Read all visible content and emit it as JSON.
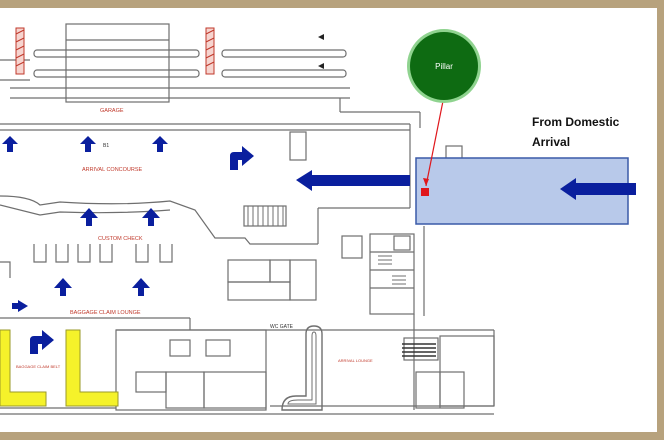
{
  "frame": {
    "color": "#b7a27d"
  },
  "labels": {
    "garage": "GARAGE",
    "arrival_concourse": "ARRIVAL CONCOURSE",
    "custom_check": "CUSTOM CHECK",
    "baggage_claim_lounge": "BAGGAGE CLAIM LOUNGE",
    "tag_b": "B1",
    "wc_label": "WC GATE",
    "left_yellow_label": "BAGGAGE CLAIM BELT",
    "mid_lounge_label": "ARRIVAL LOUNGE"
  },
  "callout": {
    "pillar_label": "Pillar",
    "from_domestic_line1": "From Domestic",
    "from_domestic_line2": "Arrival"
  },
  "colors": {
    "arrow_blue": "#0a1f9e",
    "pillar_green": "#0e6b12",
    "pillar_ring": "#8fd38f",
    "marker_red": "#e0161b",
    "domestic_box": "#b8c9ea",
    "domestic_box_border": "#3a5aa8",
    "belt_yellow": "#f5f22a",
    "plan_line": "#6f6f6f",
    "label_red": "#c0392b",
    "text_dark": "#111111"
  }
}
